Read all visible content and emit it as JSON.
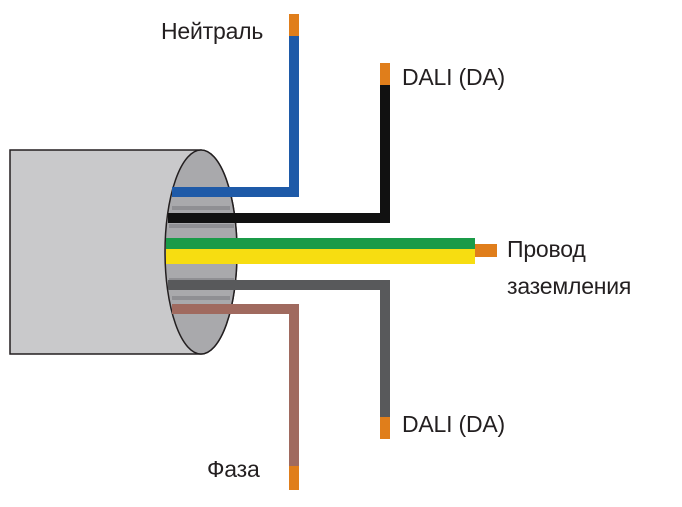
{
  "labels": {
    "neutral": "Нейтраль",
    "dali_top": "DALI (DA)",
    "ground_line1": "Провод",
    "ground_line2": "заземления",
    "dali_bottom": "DALI (DA)",
    "phase": "Фаза"
  },
  "colors": {
    "cable_jacket": "#c9c9cb",
    "cable_end": "#a9a9ac",
    "neutral_wire": "#1e5aa8",
    "dali_top_wire": "#111111",
    "ground_green": "#1a9b48",
    "ground_yellow": "#f7dd11",
    "dali_bottom_wire": "#58595b",
    "phase_wire": "#a06a5f",
    "wire_tip": "#e07e1b"
  },
  "wires": [
    {
      "name": "Нейтраль",
      "color": "blue"
    },
    {
      "name": "DALI (DA)",
      "color": "black"
    },
    {
      "name": "Провод заземления",
      "color": "green-yellow"
    },
    {
      "name": "DALI (DA)",
      "color": "grey"
    },
    {
      "name": "Фаза",
      "color": "brown"
    }
  ]
}
